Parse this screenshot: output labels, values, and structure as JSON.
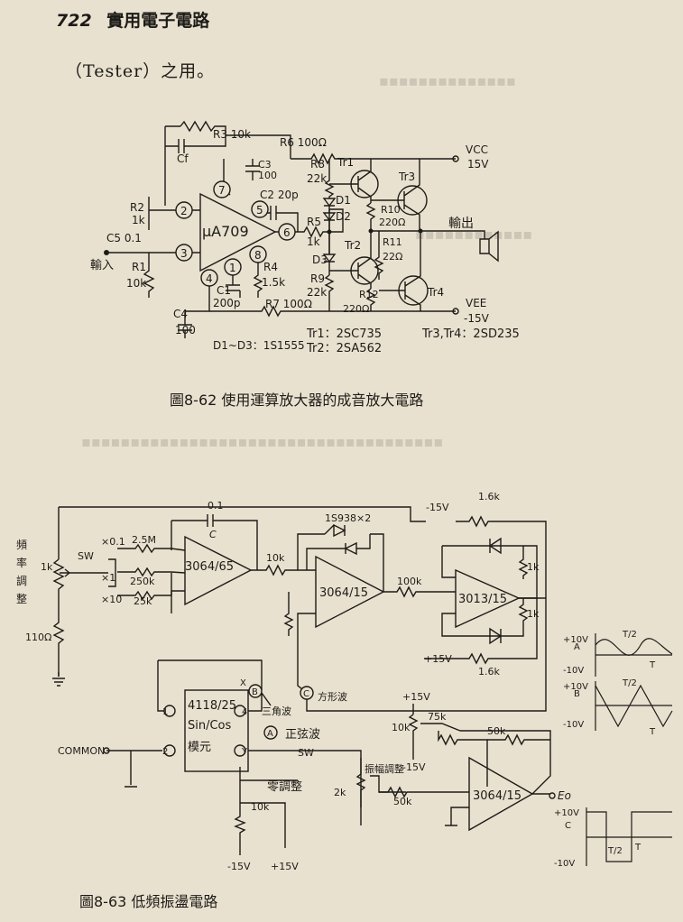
{
  "header": {
    "page_number": "722",
    "book_title": "實用電子電路"
  },
  "intro_text": "（Tester）之用。",
  "figure1": {
    "caption": "圖8-62 使用運算放大器的成音放大電路",
    "opamp": "μA709",
    "pins": [
      "1",
      "2",
      "3",
      "4",
      "5",
      "6",
      "7",
      "8"
    ],
    "components": {
      "R1": "R1",
      "R1_val": "10k",
      "R2": "R2",
      "R2_val": "1k",
      "R3": "R3 10k",
      "R4": "R4",
      "R4_val": "1.5k",
      "R5": "R5",
      "R5_val": "1k",
      "R6": "R6 100Ω",
      "R7": "R7 100Ω",
      "R8": "R8",
      "R8_val": "22k",
      "R9": "R9",
      "R9_val": "22k",
      "R10": "R10",
      "R10_val": "220Ω",
      "R11": "R11",
      "R11_val": "22Ω",
      "R12": "R12",
      "R12_val": "220Ω",
      "C1": "C1",
      "C1_val": "200p",
      "C2": "C2 20p",
      "C3": "C3",
      "C3_val": "100",
      "C4": "C4",
      "C4_val": "100",
      "C5": "C5 0.1",
      "Cf": "Cf",
      "Tr1": "Tr1",
      "Tr2": "Tr2",
      "Tr3": "Tr3",
      "Tr4": "Tr4",
      "D1": "D1",
      "D2": "D2",
      "D3": "D3"
    },
    "labels": {
      "input": "輸入",
      "output": "輸出",
      "vcc": "VCC",
      "vcc_val": "15V",
      "vee": "VEE",
      "vee_val": "-15V"
    },
    "legend": [
      "D1~D3：1S1555",
      "Tr1：2SC735",
      "Tr2：2SA562",
      "Tr3,Tr4：2SD235"
    ]
  },
  "figure2": {
    "caption": "圖8-63 低頻振盪電路",
    "side_label": [
      "頻",
      "率",
      "調",
      "整"
    ],
    "opamps": [
      "3064/65",
      "3064/15",
      "3013/15",
      "3064/15"
    ],
    "module": {
      "name": "4118/25",
      "sub": "Sin/Cos",
      "sub2": "模元"
    },
    "labels": {
      "sw": "SW",
      "x01": "×0.1",
      "x1": "×1",
      "x10": "×10",
      "r25m": "2.5M",
      "r250k": "250k",
      "r25k": "25k",
      "r1k": "1k",
      "r110": "110Ω",
      "c01": "0.1",
      "c": "C",
      "r10k": "10k",
      "r100k": "100k",
      "diodes": "1S938×2",
      "r1k_a": "1k",
      "r1k_b": "1k",
      "r16k_a": "1.6k",
      "r16k_b": "1.6k",
      "m15v_top": "-15V",
      "p15v_bot": "+15V",
      "common": "COMMON",
      "triangle": "三角波",
      "square": "方形波",
      "sine": "正弦波",
      "sw2": "SW",
      "zero_adj": "零調整",
      "r10k_zero": "10k",
      "m15v": "-15V",
      "p15v": "+15V",
      "p15v_top": "+15V",
      "m15v_pot": "-15V",
      "r75k": "75k",
      "r10k_pot": "10k",
      "amp_adj": "振幅調整",
      "r2k": "2k",
      "r50k_a": "50k",
      "r50k_b": "50k",
      "out": "Eo",
      "A": "A",
      "B": "B",
      "C": "C",
      "pin1": "1",
      "pin2": "2",
      "pin4": "4",
      "pinX": "X",
      "pinY": "Y"
    },
    "waves": {
      "p10v": "+10V",
      "m10v": "-10V",
      "half_t": "T/2",
      "t": "T"
    }
  }
}
